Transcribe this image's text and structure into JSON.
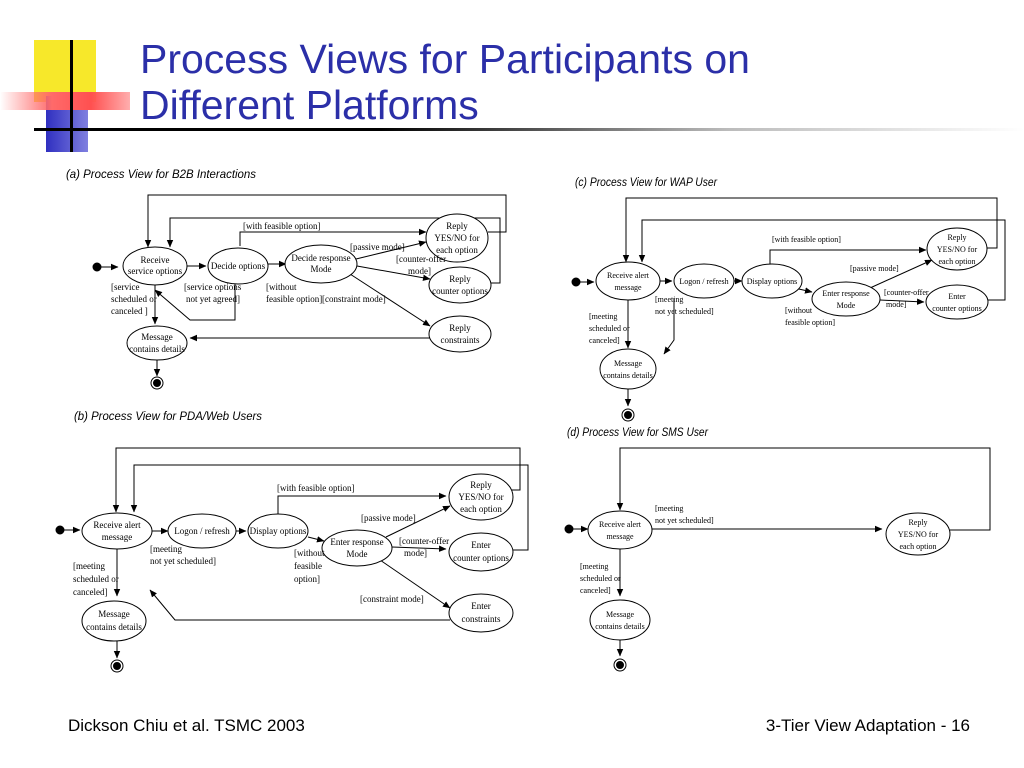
{
  "slide": {
    "title_line1": "Process Views for Participants on",
    "title_line2": "Different Platforms",
    "footer_left": "Dickson Chiu et al. TSMC 2003",
    "footer_right": "3-Tier View Adaptation - 16"
  },
  "colors": {
    "title": "#2b2fa8",
    "deco_yellow": "#f7e82a",
    "deco_blue": "#3535c8",
    "deco_red": "#ff5a5a"
  },
  "diagram_a": {
    "caption": "(a) Process View for  B2B Interactions",
    "nodes": {
      "receive": [
        "Receive",
        "service options"
      ],
      "decide_options": [
        "Decide options"
      ],
      "decide_mode": [
        "Decide response",
        "Mode"
      ],
      "reply_yesno": [
        "Reply",
        "YES/NO for",
        "each option"
      ],
      "reply_counter": [
        "Reply",
        "counter options"
      ],
      "reply_constraints": [
        "Reply",
        "constraints"
      ],
      "message": [
        "Message",
        "contains details"
      ]
    },
    "labels": {
      "with_feasible": [
        "[with feasible option]"
      ],
      "passive_mode": [
        "[passive mode]"
      ],
      "counter_offer": [
        "[counter-offer",
        "mode]"
      ],
      "without_feasible": [
        "[without",
        "feasible option]"
      ],
      "constraint_mode": [
        "[constraint mode]"
      ],
      "service_scheduled": [
        "[service",
        "scheduled or",
        "canceled ]"
      ],
      "service_not_agreed": [
        "[service options",
        "not yet agreed]"
      ]
    }
  },
  "diagram_b": {
    "caption": "(b) Process View for PDA/Web Users",
    "nodes": {
      "receive": [
        "Receive alert",
        "message"
      ],
      "logon": [
        "Logon / refresh"
      ],
      "display": [
        "Display options"
      ],
      "enter_mode": [
        "Enter response",
        "Mode"
      ],
      "reply_yesno": [
        "Reply",
        "YES/NO for",
        "each option"
      ],
      "enter_counter": [
        "Enter",
        "counter options"
      ],
      "enter_constraints": [
        "Enter",
        "constraints"
      ],
      "message": [
        "Message",
        "contains details"
      ]
    },
    "labels": {
      "with_feasible": [
        "[with feasible option]"
      ],
      "passive_mode": [
        "[passive mode]"
      ],
      "counter_offer": [
        "[counter-offer",
        "mode]"
      ],
      "without_feasible": [
        "[without",
        "feasible",
        "option]"
      ],
      "constraint_mode": [
        "[constraint mode]"
      ],
      "meeting_scheduled": [
        "[meeting",
        "scheduled or",
        "canceled]"
      ],
      "meeting_not_scheduled": [
        "[meeting",
        "not yet scheduled]"
      ]
    }
  },
  "diagram_c": {
    "caption": "(c) Process View for WAP User",
    "nodes": {
      "receive": [
        "Receive alert",
        "message"
      ],
      "logon": [
        "Logon / refresh"
      ],
      "display": [
        "Display options"
      ],
      "enter_mode": [
        "Enter response",
        "Mode"
      ],
      "reply_yesno": [
        "Reply",
        "YES/NO for",
        "each option"
      ],
      "enter_counter": [
        "Enter",
        "counter options"
      ],
      "message": [
        "Message",
        "contains details"
      ]
    },
    "labels": {
      "with_feasible": [
        "[with feasible option]"
      ],
      "passive_mode": [
        "[passive mode]"
      ],
      "counter_offer": [
        "[counter-offer",
        "mode]"
      ],
      "without_feasible": [
        "[without",
        "feasible option]"
      ],
      "meeting_scheduled": [
        "[meeting",
        "scheduled or",
        "canceled]"
      ],
      "meeting_not_scheduled": [
        "[meeting",
        "not yet scheduled]"
      ]
    }
  },
  "diagram_d": {
    "caption": "(d) Process View for SMS User",
    "nodes": {
      "receive": [
        "Receive alert",
        "message"
      ],
      "reply_yesno": [
        "Reply",
        "YES/NO for",
        "each option"
      ],
      "message": [
        "Message",
        "contains details"
      ]
    },
    "labels": {
      "meeting_not_scheduled": [
        "[meeting",
        "not yet scheduled]"
      ],
      "meeting_scheduled": [
        "[meeting",
        "scheduled or",
        "canceled]"
      ]
    }
  }
}
